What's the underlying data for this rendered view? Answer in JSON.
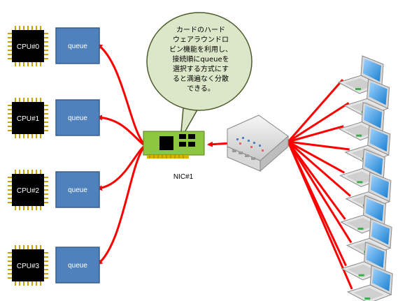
{
  "cpus": [
    {
      "label": "CPU#0",
      "queue_label": "queue"
    },
    {
      "label": "CPU#1",
      "queue_label": "queue"
    },
    {
      "label": "CPU#2",
      "queue_label": "queue"
    },
    {
      "label": "CPU#3",
      "queue_label": "queue"
    }
  ],
  "nic": {
    "label": "NIC#1"
  },
  "callout": {
    "lines": [
      "カードのハード",
      "ウェアラウンドロ",
      "ビン機能を利用し、",
      "接続順にqueueを",
      "選択する方式にす",
      "ると満遍なく分散",
      "できる。"
    ]
  },
  "clients": {
    "count": 10,
    "icon": "laptop-icon"
  },
  "colors": {
    "arrow": "#ff0000",
    "queue_fill": "#4f81bd",
    "nic_board": "#8dc63f",
    "bubble_fill": "#dce6c8"
  }
}
